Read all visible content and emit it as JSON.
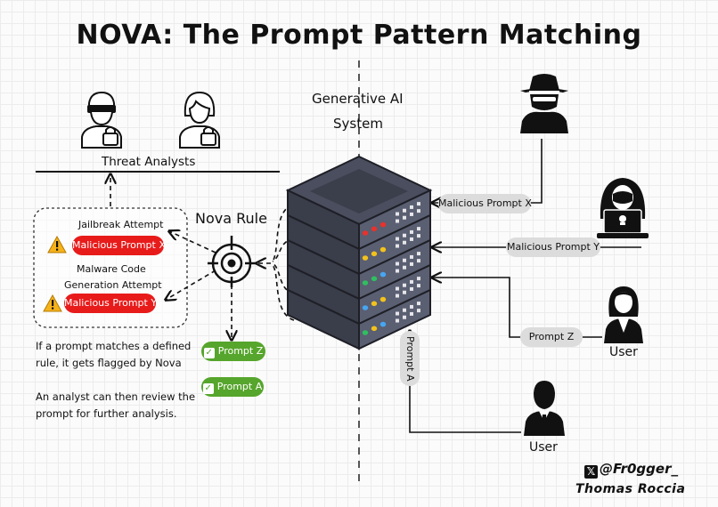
{
  "title": "NOVA: The Prompt Pattern Matching",
  "system": {
    "label_line1": "Generative AI",
    "label_line2": "System"
  },
  "analysts": {
    "label": "Threat Analysts"
  },
  "nova_rule": {
    "label": "Nova Rule"
  },
  "detections": {
    "jailbreak_title": "Jailbreak Attempt",
    "jailbreak_prompt": "Malicious Prompt X",
    "malware_title_line1": "Malware Code",
    "malware_title_line2": "Generation Attempt",
    "malware_prompt": "Malicious Prompt Y"
  },
  "safe_prompts": [
    "Prompt Z",
    "Prompt A"
  ],
  "incoming": {
    "prompt_x": "Malicious Prompt X",
    "prompt_y": "Malicious Prompt Y",
    "prompt_z": "Prompt Z",
    "prompt_a": "Prompt A"
  },
  "users": {
    "user_label": "User"
  },
  "notes": {
    "line1": "If a prompt matches a defined",
    "line2": "rule, it gets flagged by Nova",
    "line3": "An analyst can then review the",
    "line4": "prompt for further analysis."
  },
  "credit": {
    "handle": "@Fr0gger_",
    "name": "Thomas Roccia"
  },
  "colors": {
    "red": "#e81b1b",
    "green": "#56a52c",
    "grey": "#dcdcdc",
    "server": "#4a4e5e"
  }
}
